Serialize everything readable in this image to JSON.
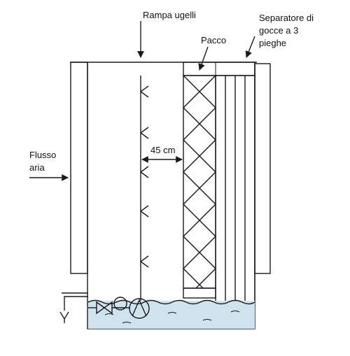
{
  "labels": {
    "nozzle_ramp": "Rampa ugelli",
    "pack": "Pacco",
    "separator_line1": "Separatore di",
    "separator_line2": "gocce a 3",
    "separator_line3": "pieghe",
    "airflow_line1": "Flusso",
    "airflow_line2": "aria",
    "distance": "45 cm"
  },
  "colors": {
    "water": "#cfe3ee",
    "stroke": "#1a1a1a"
  }
}
